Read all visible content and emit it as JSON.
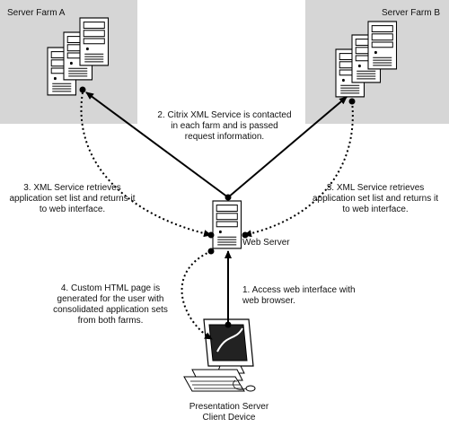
{
  "farms": {
    "a": {
      "title": "Server Farm A"
    },
    "b": {
      "title": "Server Farm B"
    }
  },
  "nodes": {
    "web_server": "Web Server",
    "client": "Presentation Server\nClient Device"
  },
  "steps": {
    "step1": "1. Access web interface with\nweb browser.",
    "step2": "2. Citrix XML Service is contacted\nin each farm and is passed\nrequest information.",
    "step3_left": "3. XML Service retrieves\napplication set list and returns it\nto web interface.",
    "step3_right": "3. XML Service retrieves\napplication set list and returns it\nto web interface.",
    "step4": "4. Custom HTML page is\ngenerated for the user with\nconsolidated application sets\nfrom both farms."
  },
  "colors": {
    "farm_background": "#d6d6d6",
    "line": "#000000"
  }
}
